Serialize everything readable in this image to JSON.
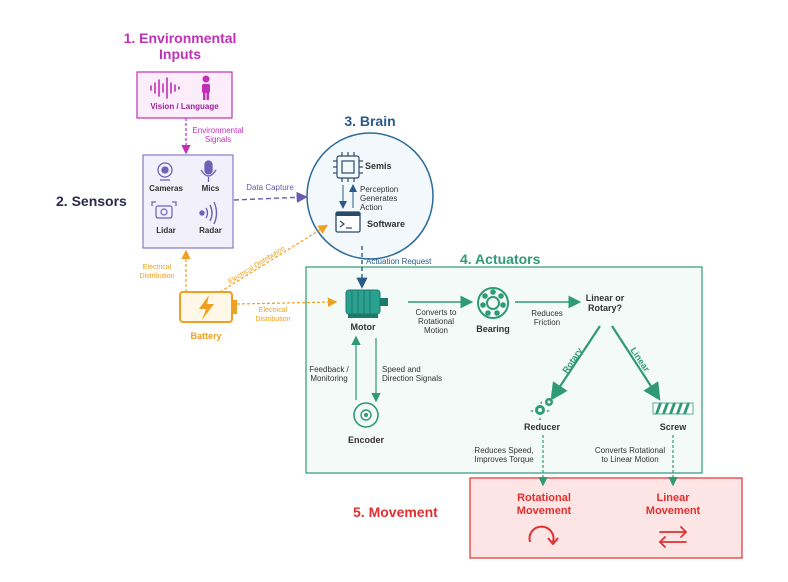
{
  "titles": {
    "env_line1": "1. Environmental",
    "env_line2": "Inputs",
    "sensors": "2. Sensors",
    "brain": "3. Brain",
    "actuators": "4. Actuators",
    "movement": "5. Movement"
  },
  "env": {
    "vision_language": "Vision / Language"
  },
  "edges": {
    "env_signals_1": "Environmental",
    "env_signals_2": "Signals",
    "data_capture": "Data Capture",
    "electrical_dist_1": "Electrical",
    "electrical_dist_2": "Distribution",
    "electrical_dist_diag": "Electrical Distribution",
    "actuation_request": "Actuation Request",
    "converts_rot_1": "Converts to",
    "converts_rot_2": "Rotational",
    "converts_rot_3": "Motion",
    "reduces_friction_1": "Reduces",
    "reduces_friction_2": "Friction",
    "rotary": "Rotary",
    "linear": "Linear",
    "feedback_1": "Feedback /",
    "feedback_2": "Monitoring",
    "speed_dir_1": "Speed and",
    "speed_dir_2": "Direction Signals",
    "reduces_speed_1": "Reduces Speed,",
    "reduces_speed_2": "Improves Torque",
    "converts_lin_1": "Converts Rotational",
    "converts_lin_2": "to Linear Motion"
  },
  "sensors": {
    "cameras": "Cameras",
    "mics": "Mics",
    "lidar": "Lidar",
    "radar": "Radar"
  },
  "brain": {
    "semis": "Semis",
    "perception_1": "Perception",
    "perception_2": "Generates",
    "perception_3": "Action",
    "software": "Software"
  },
  "battery": {
    "label": "Battery"
  },
  "actuators": {
    "motor": "Motor",
    "bearing": "Bearing",
    "decision_1": "Linear or",
    "decision_2": "Rotary?",
    "reducer": "Reducer",
    "screw": "Screw",
    "encoder": "Encoder"
  },
  "movement": {
    "rot_1": "Rotational",
    "rot_2": "Movement",
    "lin_1": "Linear",
    "lin_2": "Movement"
  },
  "colors": {
    "env": "#c030b8",
    "sensors": "#8a78c8",
    "brain": "#2a6b9a",
    "actuators": "#2e9a76",
    "battery": "#f0a020",
    "movement": "#e03030"
  }
}
